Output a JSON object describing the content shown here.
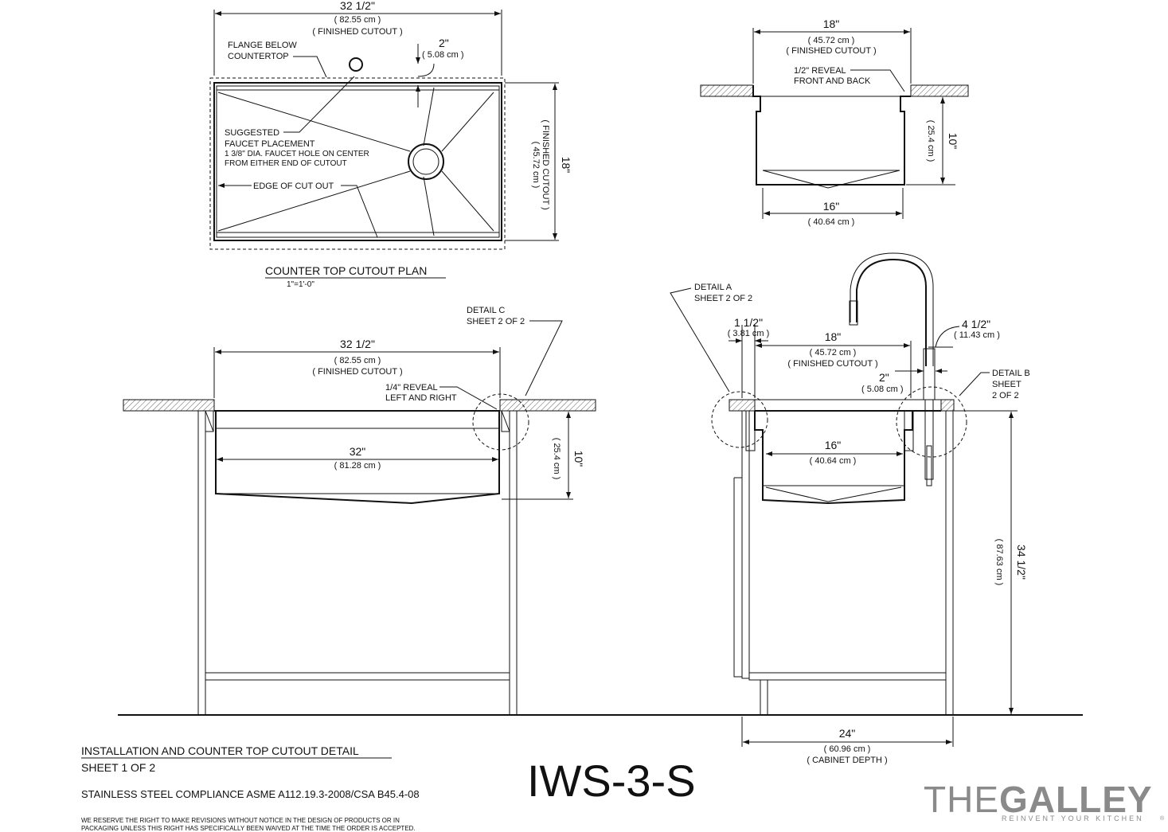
{
  "plan": {
    "width_dim": "32 1/2\"",
    "width_cm": "( 82.55 cm )",
    "width_note": "( FINISHED CUTOUT )",
    "flange_label_1": "FLANGE BELOW",
    "flange_label_2": "COUNTERTOP",
    "faucet_offset_dim": "2\"",
    "faucet_offset_cm": "( 5.08 cm )",
    "faucet_label_1": "SUGGESTED",
    "faucet_label_2": "FAUCET PLACEMENT",
    "faucet_label_3": "1 3/8\" DIA. FAUCET HOLE ON CENTER",
    "faucet_label_4": "FROM EITHER END OF CUTOUT",
    "edge_label": "EDGE OF CUT OUT",
    "depth_dim": "18\"",
    "depth_cm": "( 45.72 cm )",
    "depth_note": "( FINISHED CUTOUT )",
    "title": "COUNTER TOP CUTOUT PLAN",
    "scale": "1\"=1'-0\""
  },
  "end_section": {
    "top_dim": "18\"",
    "top_cm": "( 45.72 cm )",
    "top_note": "( FINISHED CUTOUT )",
    "reveal_1": "1/2\" REVEAL",
    "reveal_2": "FRONT AND BACK",
    "height_dim": "10\"",
    "height_cm": "( 25.4 cm )",
    "bottom_dim": "16\"",
    "bottom_cm": "( 40.64 cm )"
  },
  "front_elevation": {
    "detail_c_1": "DETAIL C",
    "detail_c_2": "SHEET 2 OF 2",
    "width_dim": "32 1/2\"",
    "width_cm": "( 82.55 cm )",
    "width_note": "( FINISHED CUTOUT )",
    "reveal_1": "1/4\" REVEAL",
    "reveal_2": "LEFT AND RIGHT",
    "inner_dim": "32\"",
    "inner_cm": "( 81.28 cm )",
    "height_dim": "10\"",
    "height_cm": "( 25.4 cm )"
  },
  "side_elevation": {
    "detail_a_1": "DETAIL A",
    "detail_a_2": "SHEET 2 OF 2",
    "flange_dim": "1 1/2\"",
    "flange_cm": "( 3.81 cm )",
    "top_dim": "18\"",
    "top_cm": "( 45.72 cm )",
    "top_note": "( FINISHED CUTOUT )",
    "faucet_offset_dim": "4 1/2\"",
    "faucet_offset_cm": "( 11.43 cm )",
    "hole_dim": "2\"",
    "hole_cm": "( 5.08 cm )",
    "detail_b_1": "DETAIL B",
    "detail_b_2": "SHEET",
    "detail_b_3": "2 OF 2",
    "bottom_dim": "16\"",
    "bottom_cm": "( 40.64 cm )",
    "cab_height_dim": "34 1/2\"",
    "cab_height_cm": "( 87.63 cm )",
    "cab_depth_dim": "24\"",
    "cab_depth_cm": "( 60.96 cm )",
    "cab_depth_note": "( CABINET DEPTH )"
  },
  "footer": {
    "title": "INSTALLATION AND COUNTER TOP CUTOUT DETAIL",
    "sheet": "SHEET 1 OF 2",
    "compliance": "STAINLESS STEEL COMPLIANCE ASME A112.19.3-2008/CSA B45.4-08",
    "model": "IWS-3-S",
    "disclaimer_1": "WE RESERVE THE RIGHT TO MAKE REVISIONS WITHOUT NOTICE IN THE DESIGN OF PRODUCTS OR IN",
    "disclaimer_2": "PACKAGING UNLESS THIS RIGHT HAS SPECIFICALLY BEEN WAIVED AT THE TIME THE ORDER IS ACCEPTED."
  },
  "brand": {
    "name_light": "THE",
    "name_bold": "GALLEY",
    "tagline": "REINVENT YOUR KITCHEN",
    "registered": "®",
    "color": "#8a8a8a"
  }
}
